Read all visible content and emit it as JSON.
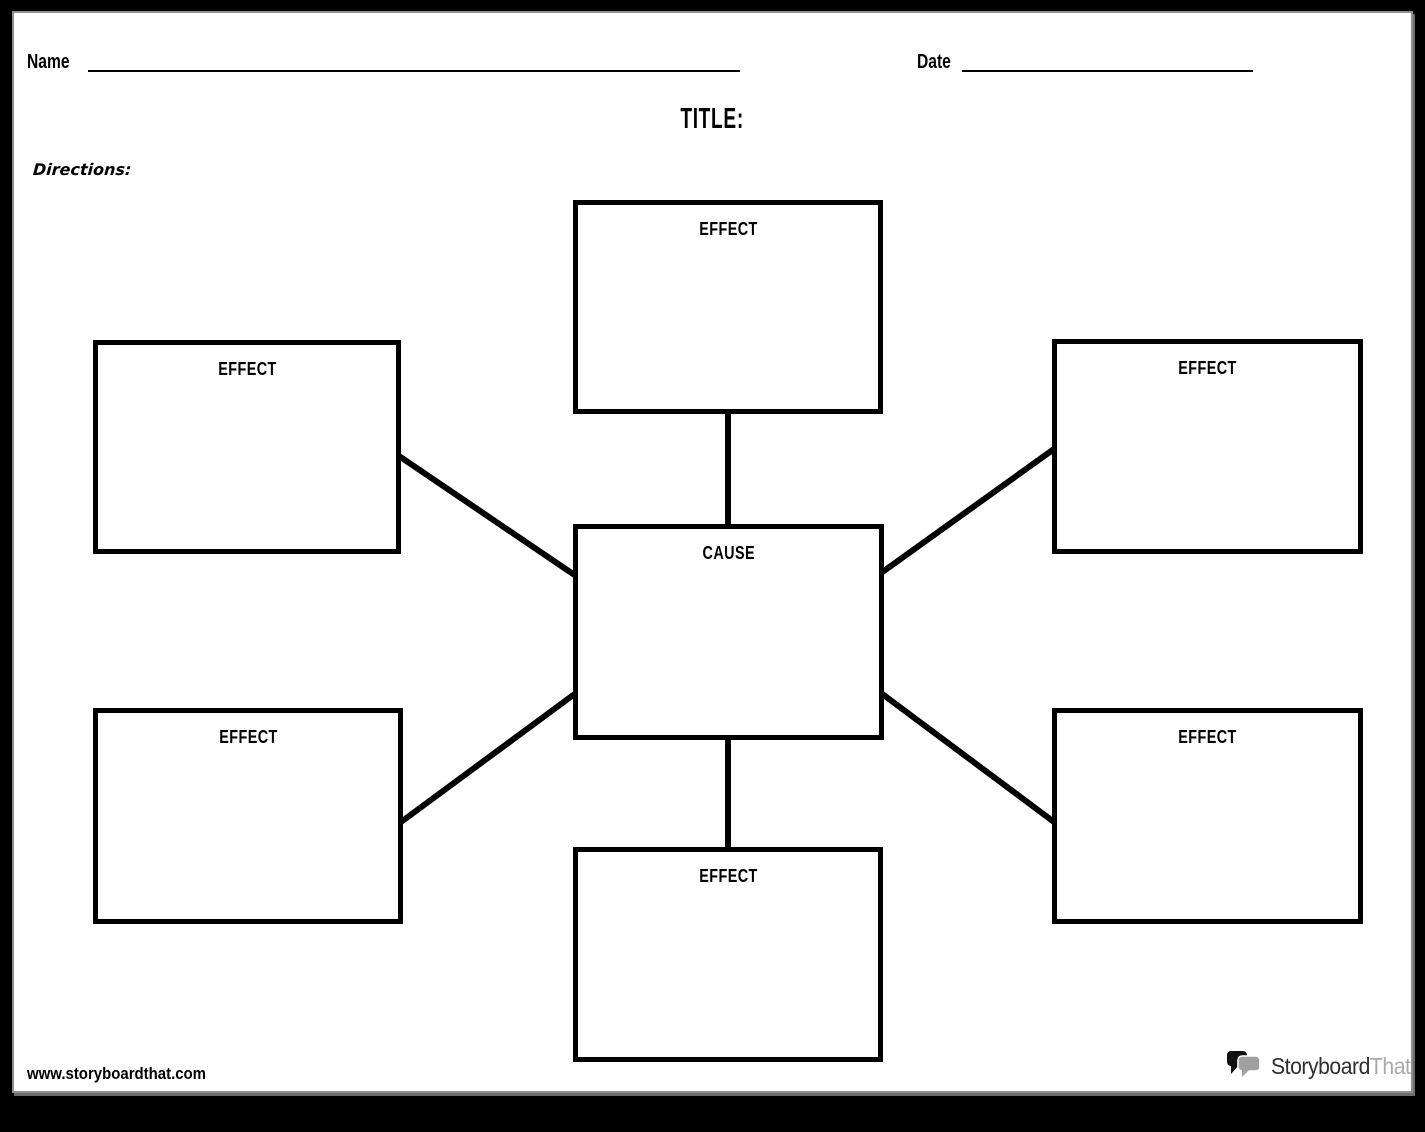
{
  "header": {
    "name_label": "Name",
    "date_label": "Date",
    "title_label": "TITLE:",
    "directions_label": "Directions:"
  },
  "diagram": {
    "center_label": "CAUSE",
    "effect_labels": [
      "EFFECT",
      "EFFECT",
      "EFFECT",
      "EFFECT",
      "EFFECT",
      "EFFECT"
    ]
  },
  "footer": {
    "url": "www.storyboardthat.com",
    "logo_text_primary": "Storyboard",
    "logo_text_secondary": "That"
  },
  "colors": {
    "frame": "#000000",
    "page_background": "#ffffff",
    "line": "#000000",
    "logo_bubble_dark": "#111111",
    "logo_bubble_light": "#a0a0a0",
    "logo_text_secondary": "#a9a9a9"
  }
}
